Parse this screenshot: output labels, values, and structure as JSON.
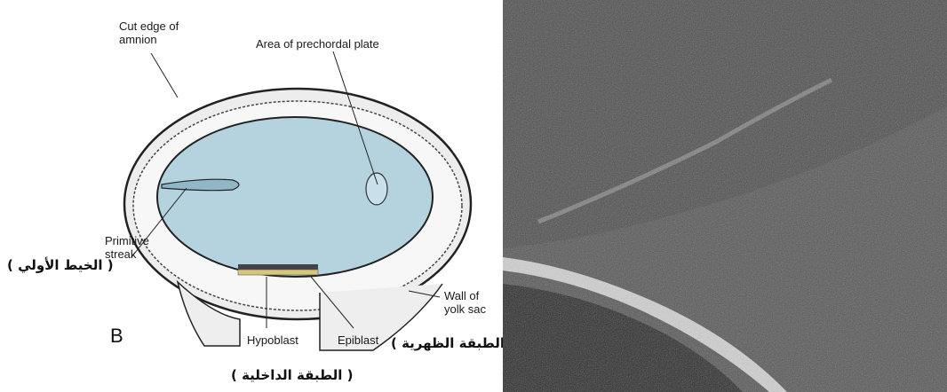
{
  "diagram": {
    "labels": {
      "cut_edge": "Cut edge of\namnion",
      "prechordal": "Area of prechordal plate",
      "primitive_streak": "Primitive\nstreak",
      "wall_yolk_sac": "Wall of\nyolk sac",
      "hypoblast": "Hypoblast",
      "epiblast": "Epiblast",
      "panel_letter": "B"
    },
    "arabic": {
      "primitive_streak": "( الخيط الأولي )",
      "epiblast": "( الطبقة الظهرية )",
      "hypoblast": "( الطبقة الداخلية )"
    },
    "colors": {
      "embryonic_disc": "#b5d3df",
      "amnion_edge": "#c9c9c9",
      "outline": "#222222"
    }
  },
  "micrograph": {
    "colors": {
      "background": "#474747",
      "ridge": "#e8e8e8"
    }
  }
}
